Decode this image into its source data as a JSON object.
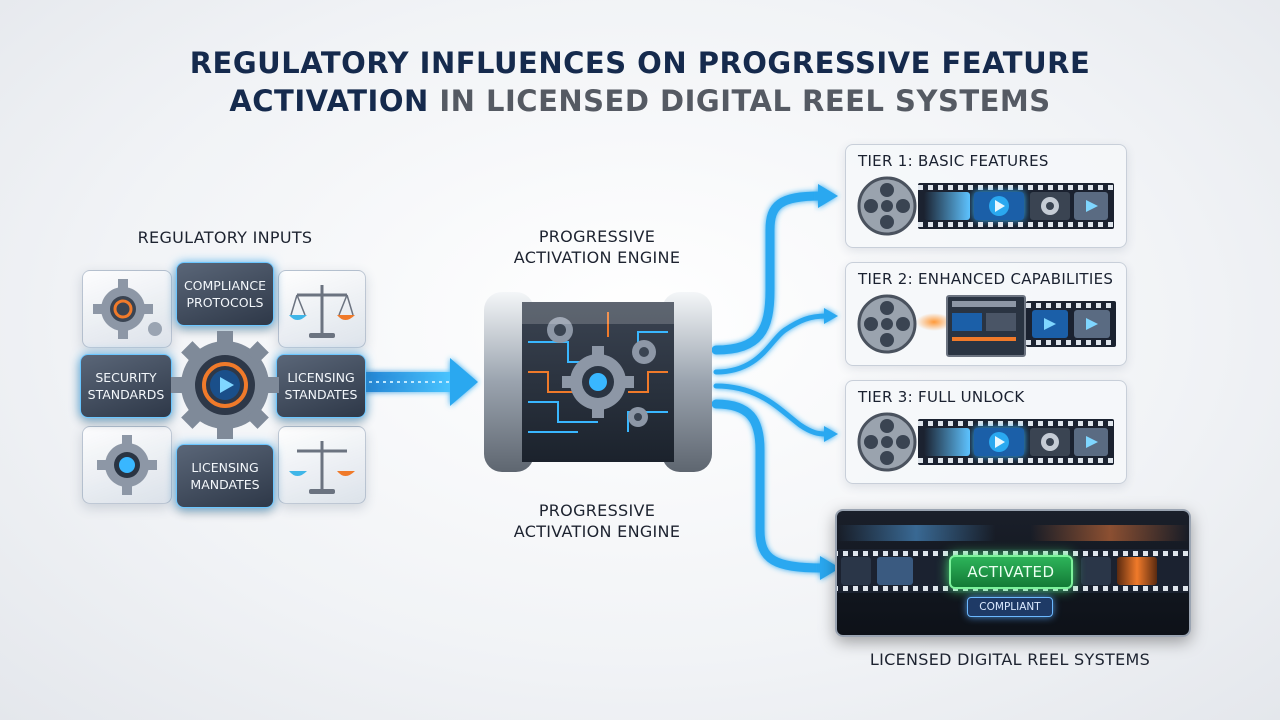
{
  "title": {
    "line1": "REGULATORY INFLUENCES ON PROGRESSIVE FEATURE",
    "line2_a": "ACTIVATION",
    "line2_b": " IN LICENSED DIGITAL REEL SYSTEMS"
  },
  "inputs": {
    "heading": "REGULATORY INPUTS",
    "tiles": {
      "compliance": [
        "COMPLIANCE",
        "PROTOCOLS"
      ],
      "security": [
        "SECURITY",
        "STANDARDS"
      ],
      "licensing_standards": [
        "LICENSING",
        "STANDATES"
      ],
      "licensing_mandates": [
        "LICENSING",
        "MANDATES"
      ]
    }
  },
  "engine": {
    "label_top": [
      "PROGRESSIVE",
      "ACTIVATION ENGINE"
    ],
    "label_bottom": [
      "PROGRESSIVE",
      "ACTIVATION ENGINE"
    ]
  },
  "tiers": [
    {
      "title": "TIER 1: BASIC FEATURES"
    },
    {
      "title": "TIER 2: ENHANCED CAPABILITIES"
    },
    {
      "title": "TIER 3: FULL UNLOCK"
    }
  ],
  "output": {
    "activated_label": "ACTIVATED",
    "compliant_label": "COMPLIANT",
    "caption": "LICENSED DIGITAL REEL SYSTEMS"
  },
  "colors": {
    "navy": "#152a4d",
    "flow_blue": "#2aa8f0",
    "accent_orange": "#f07a2a",
    "active_green": "#2db45a"
  }
}
